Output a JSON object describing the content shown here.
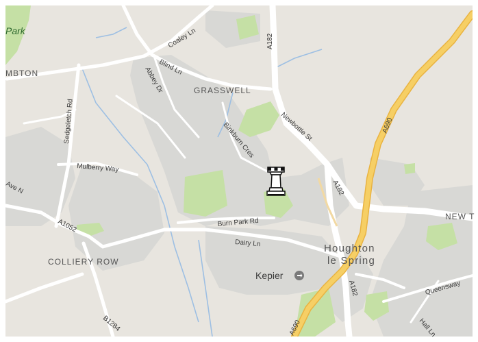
{
  "map": {
    "colors": {
      "land": "#e8e5df",
      "urban": "#d8d8d5",
      "park": "#c5e0a5",
      "water": "#9dbfe3",
      "minor_road": "#ffffff",
      "major_road": "#f6cf65",
      "major_road_edge": "#e9b341"
    },
    "labels": {
      "park_partial": "Park",
      "lambton_partial": "MBTON",
      "grasswell": "GRASSWELL",
      "colliery_row": "COLLIERY ROW",
      "new_partial": "NEW T",
      "houghton_line1": "Houghton",
      "houghton_line2": "le Spring",
      "kepier": "Kepier"
    },
    "roads": {
      "coaley_ln": "Coaley Ln",
      "blind_ln": "Blind Ln",
      "abbey_dr": "Abbey Dr",
      "a182_north": "A182",
      "a182_middle": "A182",
      "a182_south": "A182",
      "newbottle_st": "Newbottle St",
      "a690_north": "A690",
      "a690_south": "A690",
      "sedgeletch_rd": "Sedgeletch Rd",
      "binkburn_cres": "Binkburn Cres",
      "mulberry_way": "Mulberry Way",
      "ave_n": "Ave N",
      "a1052": "A1052",
      "burn_park_rd": "Burn Park Rd",
      "dairy_ln": "Dairy Ln",
      "queensway": "Queensway",
      "hall_ln": "Hall Ln",
      "b1284": "B1284"
    },
    "icons": {
      "marker": "chess-rook-marker-icon",
      "kepier_poi": "poi-icon"
    }
  }
}
